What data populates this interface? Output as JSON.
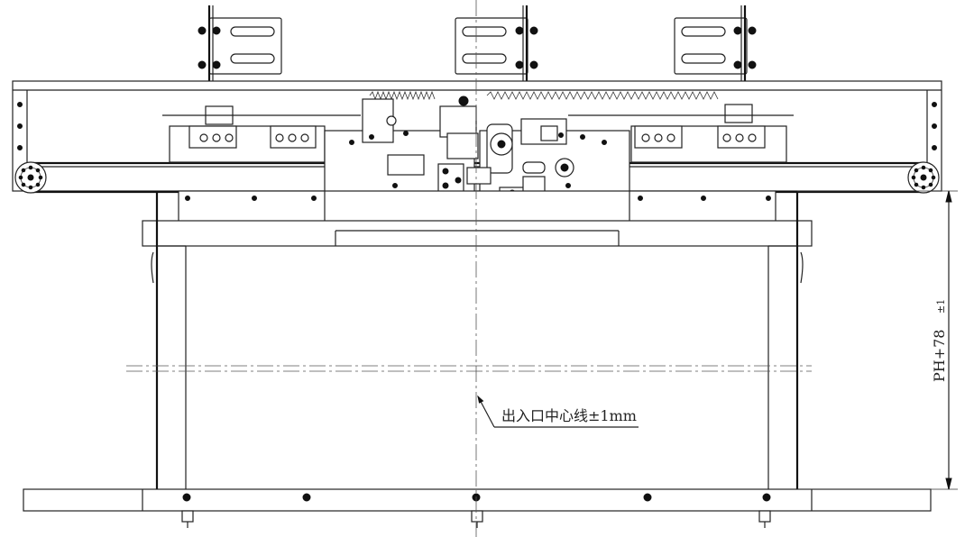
{
  "annotations": {
    "centerline_note": "出入口中心线±1mm",
    "dimension_label": "PH+78",
    "dimension_tolerance": "±1"
  }
}
